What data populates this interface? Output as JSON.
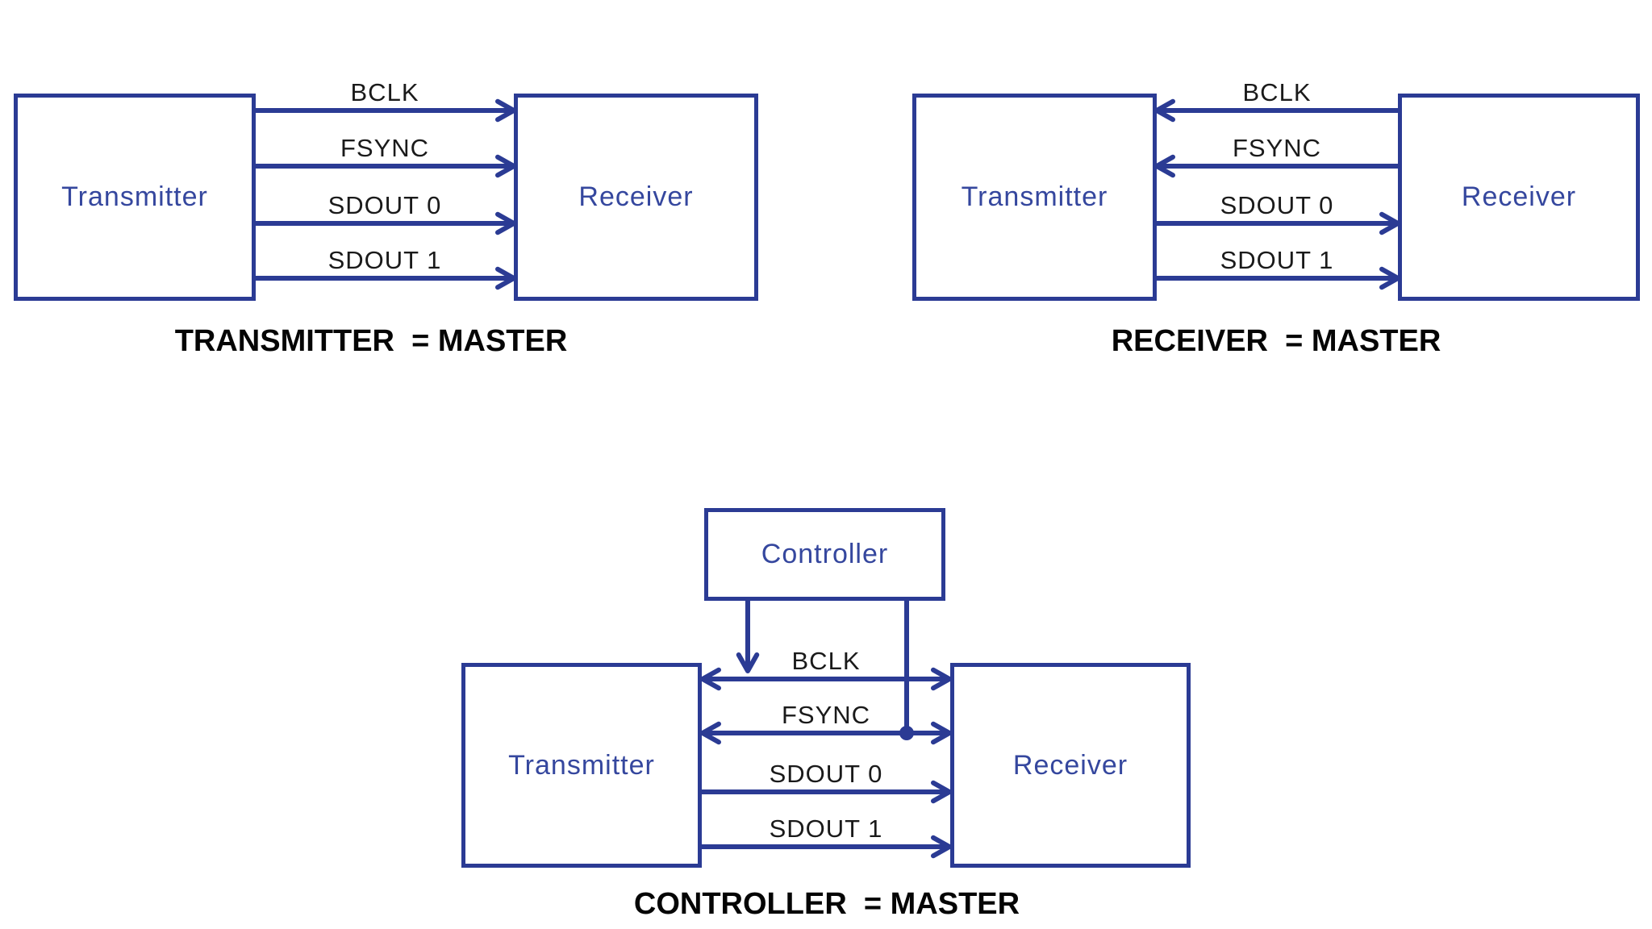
{
  "colors": {
    "connector": "#2b3b94",
    "box_border": "#2b3b94",
    "box_label_text": "#35479e",
    "signal_label_text": "#1a1a1a",
    "caption_text": "#050505",
    "background": "#ffffff"
  },
  "diagrams": [
    {
      "id": "transmitter-master",
      "caption": "TRANSMITTER  = MASTER",
      "master": "Transmitter",
      "boxes": [
        "Transmitter",
        "Receiver"
      ],
      "signals": [
        {
          "name": "BCLK",
          "direction": "transmitter-to-receiver"
        },
        {
          "name": "FSYNC",
          "direction": "transmitter-to-receiver"
        },
        {
          "name": "SDOUT 0",
          "direction": "transmitter-to-receiver"
        },
        {
          "name": "SDOUT 1",
          "direction": "transmitter-to-receiver"
        }
      ]
    },
    {
      "id": "receiver-master",
      "caption": "RECEIVER  = MASTER",
      "master": "Receiver",
      "boxes": [
        "Transmitter",
        "Receiver"
      ],
      "signals": [
        {
          "name": "BCLK",
          "direction": "receiver-to-transmitter"
        },
        {
          "name": "FSYNC",
          "direction": "receiver-to-transmitter"
        },
        {
          "name": "SDOUT 0",
          "direction": "transmitter-to-receiver"
        },
        {
          "name": "SDOUT 1",
          "direction": "transmitter-to-receiver"
        }
      ]
    },
    {
      "id": "controller-master",
      "caption": "CONTROLLER  = MASTER",
      "master": "Controller",
      "boxes": [
        "Transmitter",
        "Receiver",
        "Controller"
      ],
      "controller_drives": [
        "BCLK",
        "FSYNC"
      ],
      "signals": [
        {
          "name": "BCLK",
          "direction": "bidirectional"
        },
        {
          "name": "FSYNC",
          "direction": "bidirectional"
        },
        {
          "name": "SDOUT 0",
          "direction": "transmitter-to-receiver"
        },
        {
          "name": "SDOUT 1",
          "direction": "transmitter-to-receiver"
        }
      ]
    }
  ]
}
